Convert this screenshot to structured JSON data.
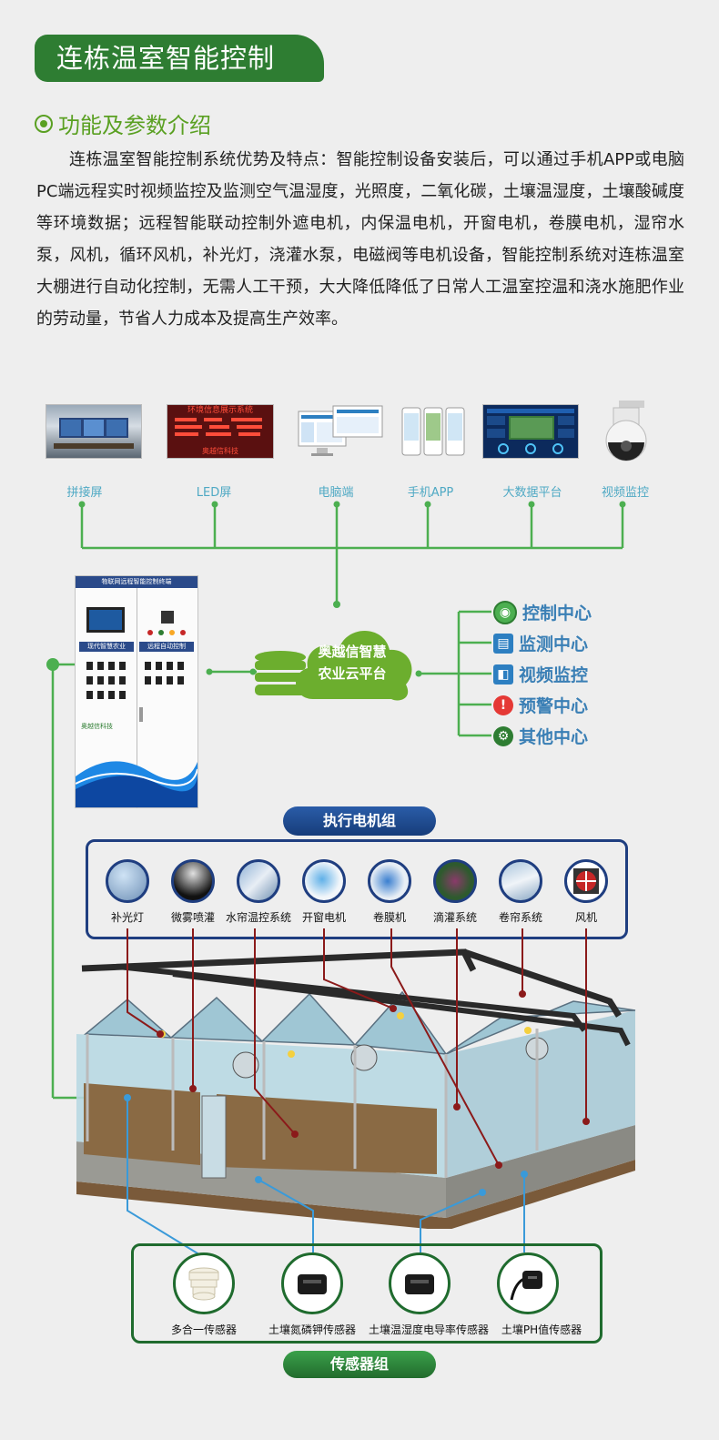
{
  "header": {
    "title": "连栋温室智能控制"
  },
  "section": {
    "title": "功能及参数介绍",
    "intro": "连栋温室智能控制系统优势及特点：智能控制设备安装后，可以通过手机APP或电脑PC端远程实时视频监控及监测空气温湿度，光照度，二氧化碳，土壤温湿度，土壤酸碱度等环境数据；远程智能联动控制外遮电机，内保温电机，开窗电机，卷膜电机，湿帘水泵，风机，循环风机，补光灯，浇灌水泵，电磁阀等电机设备，智能控制系统对连栋温室大棚进行自动化控制，无需人工干预，大大降低降低了日常人工温室控温和浇水施肥作业的劳动量，节省人力成本及提高生产效率。"
  },
  "devices": [
    {
      "label": "拼接屏",
      "icon": "video-wall-icon"
    },
    {
      "label": "LED屏",
      "icon": "led-screen-icon"
    },
    {
      "label": "电脑端",
      "icon": "computer-icon"
    },
    {
      "label": "手机APP",
      "icon": "phone-app-icon"
    },
    {
      "label": "大数据平台",
      "icon": "big-data-icon"
    },
    {
      "label": "视频监控",
      "icon": "camera-icon"
    }
  ],
  "led_screen": {
    "header": "环境信息展示系统",
    "footer": "奥越信科技"
  },
  "cabinet": {
    "header": "物联网远程智能控制终端",
    "left_panel": "现代智慧农业",
    "right_panel": "远程自动控制",
    "brand": "奥越信科技"
  },
  "cloud": {
    "line1": "奥越信智慧",
    "line2": "农业云平台"
  },
  "hub": [
    {
      "label": "控制中心",
      "icon": "control-center-icon",
      "color": "#4caf50"
    },
    {
      "label": "监测中心",
      "icon": "monitor-icon",
      "color": "#2d7fc1"
    },
    {
      "label": "视频监控",
      "icon": "cctv-icon",
      "color": "#2d7fc1"
    },
    {
      "label": "预警中心",
      "icon": "warning-icon",
      "color": "#e53935"
    },
    {
      "label": "其他中心",
      "icon": "gear-icon",
      "color": "#2e7d32"
    }
  ],
  "actuator_group": {
    "title": "执行电机组",
    "items": [
      "补光灯",
      "微雾喷灌",
      "水帘温控系统",
      "开窗电机",
      "卷膜机",
      "滴灌系统",
      "卷帘系统",
      "风机"
    ]
  },
  "sensor_group": {
    "title": "传感器组",
    "items": [
      "多合一传感器",
      "土壤氮磷钾传感器",
      "土壤温湿度电导率传感器",
      "土壤PH值传感器"
    ]
  },
  "colors": {
    "brand_green": "#2e7d32",
    "light_green": "#5aa022",
    "line_green": "#4caf50",
    "navy": "#1f3e80",
    "dark_red": "#8b1a1a",
    "sensor_blue": "#3a9ad9"
  }
}
